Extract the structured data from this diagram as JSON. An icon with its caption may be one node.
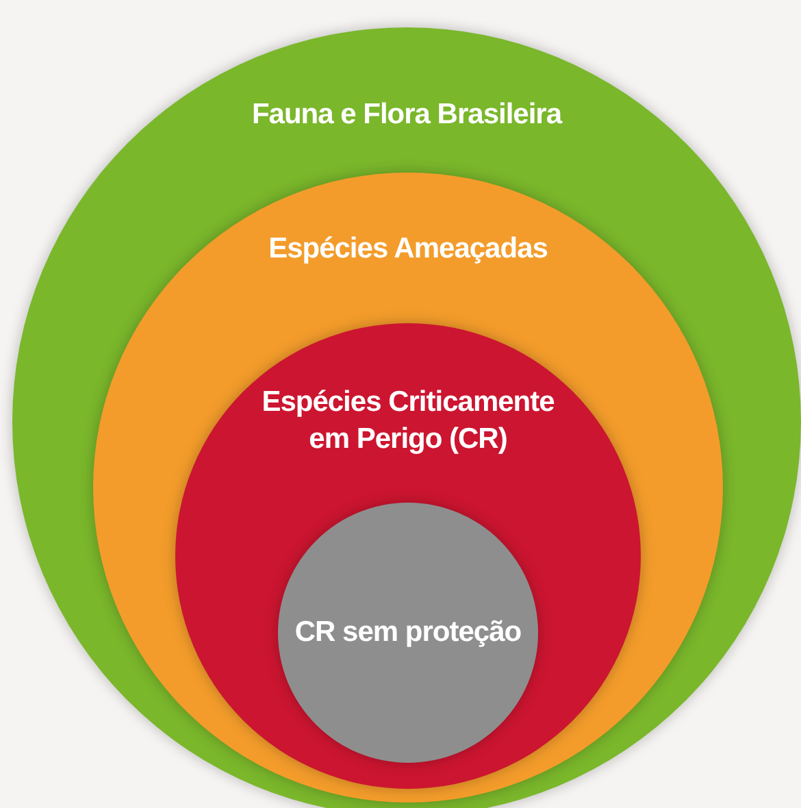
{
  "diagram": {
    "nodes": [
      {
        "text": [
          "Fauna e Flora Brasileira"
        ]
      },
      {
        "text": [
          "Espécies Ameaçadas"
        ],
        "in": 0
      },
      {
        "text": [
          "Espécies Criticamente em Perigo (CR)"
        ],
        "in": 1
      },
      {
        "text": [
          "CR sem proteção"
        ],
        "in": 2
      }
    ]
  }
}
